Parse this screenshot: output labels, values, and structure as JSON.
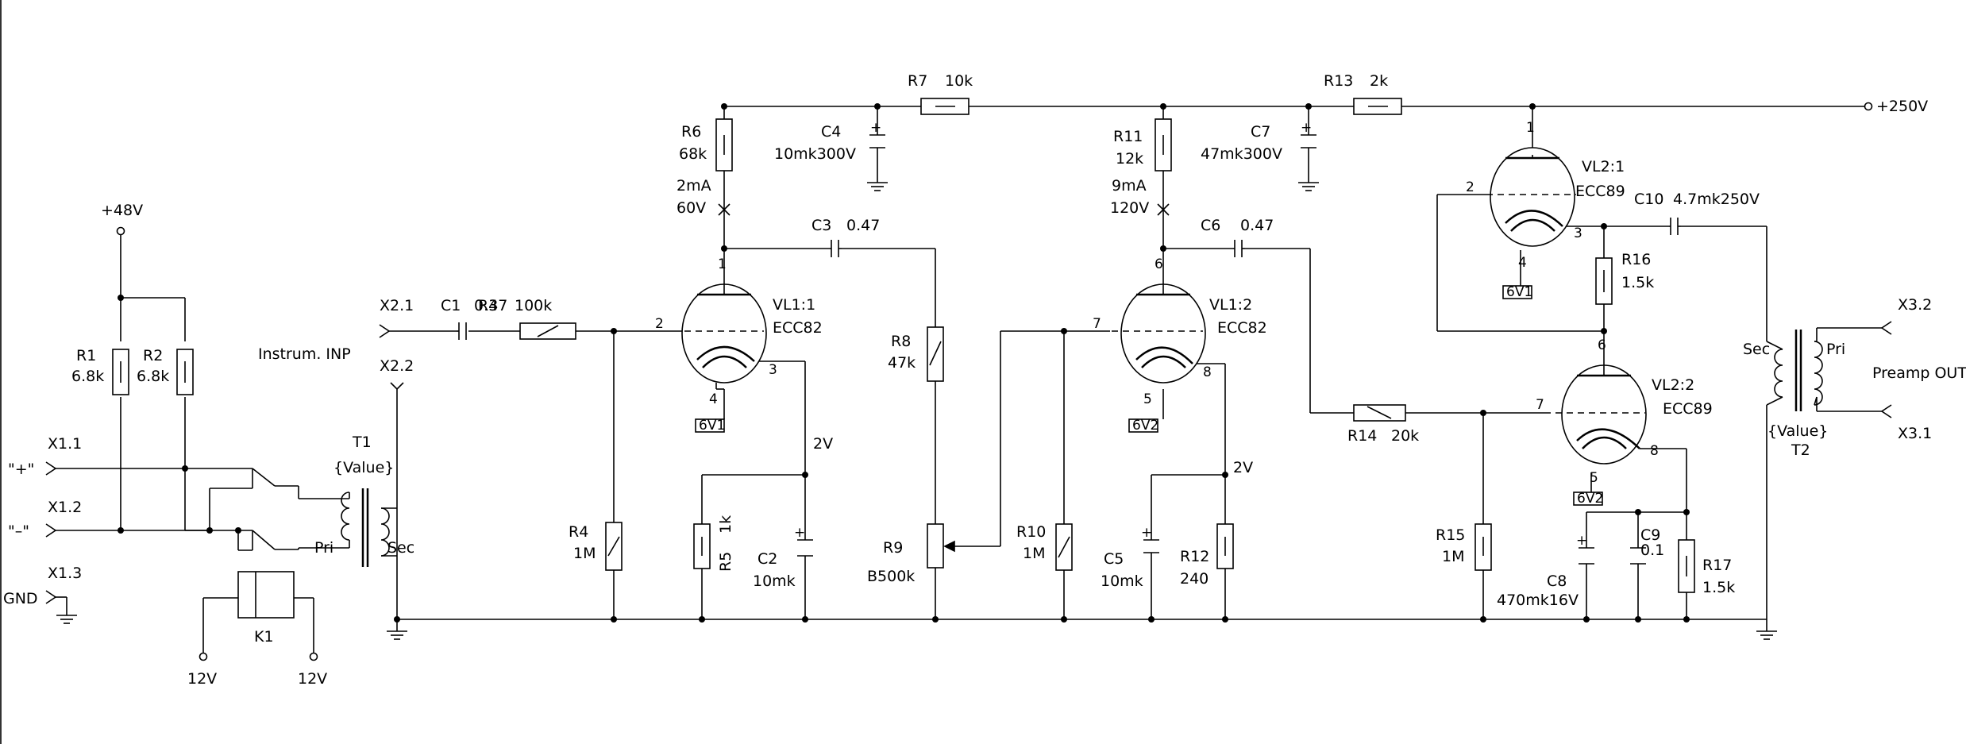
{
  "supply": {
    "b_plus": "+250V",
    "phantom": "+48V"
  },
  "xlr_in": {
    "pin1": "X1.1",
    "pin2": "X1.2",
    "pin3": "X1.3",
    "plus": "\"+\"",
    "minus": "\"–\"",
    "gnd": "GND"
  },
  "instrument": {
    "x21": "X2.1",
    "x22": "X2.2",
    "label": "Instrum. INP"
  },
  "xlr_out": {
    "x32": "X3.2",
    "x31": "X3.1",
    "label": "Preamp OUT"
  },
  "relay": {
    "name": "K1",
    "v1": "12V",
    "v2": "12V"
  },
  "t1": {
    "name": "T1",
    "value": "{Value}",
    "pri": "Pri",
    "sec": "Sec"
  },
  "t2": {
    "name": "T2",
    "value": "{Value}",
    "pri": "Pri",
    "sec": "Sec"
  },
  "resistors": {
    "r1": {
      "name": "R1",
      "value": "6.8k"
    },
    "r2": {
      "name": "R2",
      "value": "6.8k"
    },
    "r3": {
      "name": "R3",
      "value": "100k"
    },
    "r4": {
      "name": "R4",
      "value": "1M"
    },
    "r5": {
      "name": "R5",
      "value": "1k"
    },
    "r6": {
      "name": "R6",
      "value": "68k"
    },
    "r7": {
      "name": "R7",
      "value": "10k"
    },
    "r8": {
      "name": "R8",
      "value": "47k"
    },
    "r9": {
      "name": "R9",
      "value": "B500k"
    },
    "r10": {
      "name": "R10",
      "value": "1M"
    },
    "r11": {
      "name": "R11",
      "value": "12k"
    },
    "r12": {
      "name": "R12",
      "value": "240"
    },
    "r13": {
      "name": "R13",
      "value": "2k"
    },
    "r14": {
      "name": "R14",
      "value": "20k"
    },
    "r15": {
      "name": "R15",
      "value": "1M"
    },
    "r16": {
      "name": "R16",
      "value": "1.5k"
    },
    "r17": {
      "name": "R17",
      "value": "1.5k"
    }
  },
  "capacitors": {
    "c1": {
      "name": "C1",
      "value": "0.47"
    },
    "c2": {
      "name": "C2",
      "value": "10mk"
    },
    "c3": {
      "name": "C3",
      "value": "0.47"
    },
    "c4": {
      "name": "C4",
      "value": "10mk300V"
    },
    "c5": {
      "name": "C5",
      "value": "10mk"
    },
    "c6": {
      "name": "C6",
      "value": "0.47"
    },
    "c7": {
      "name": "C7",
      "value": "47mk300V"
    },
    "c8": {
      "name": "C8",
      "value": "470mk16V"
    },
    "c9": {
      "name": "C9",
      "value": "0.1"
    },
    "c10": {
      "name": "C10",
      "value": "4.7mk250V"
    }
  },
  "tubes": {
    "vl11": {
      "name": "VL1:1",
      "type": "ECC82",
      "heater": "6V1",
      "p_anode": "1",
      "p_grid": "2",
      "p_cathode": "3",
      "p_heater": "4"
    },
    "vl12": {
      "name": "VL1:2",
      "type": "ECC82",
      "heater": "6V2",
      "p_anode": "6",
      "p_grid": "7",
      "p_cathode": "8",
      "p_heater": "5"
    },
    "vl21": {
      "name": "VL2:1",
      "type": "ECC89",
      "heater": "6V1",
      "p_anode": "1",
      "p_grid": "2",
      "p_cathode": "3",
      "p_heater": "4"
    },
    "vl22": {
      "name": "VL2:2",
      "type": "ECC89",
      "heater": "6V2",
      "p_anode": "6",
      "p_grid": "7",
      "p_cathode": "8",
      "p_heater": "5"
    }
  },
  "measurements": {
    "stage1_current": "2mA",
    "stage1_voltage": "60V",
    "stage1_cathode": "2V",
    "stage2_current": "9mA",
    "stage2_voltage": "120V",
    "stage2_cathode": "2V"
  }
}
